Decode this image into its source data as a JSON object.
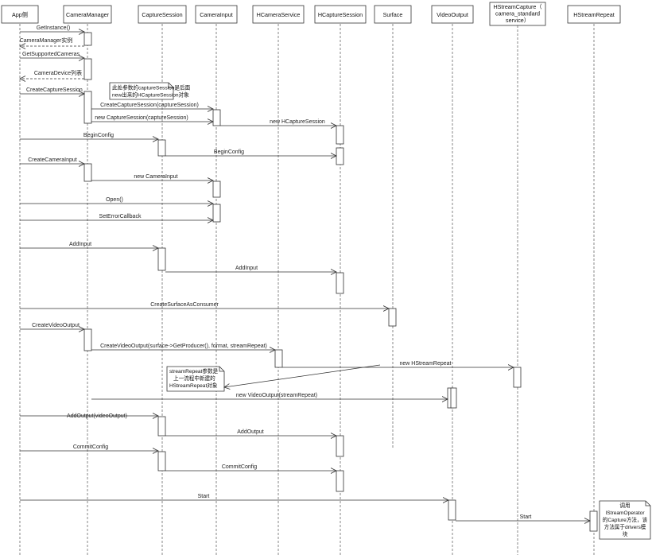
{
  "participants": [
    {
      "id": "app",
      "name": "App侧"
    },
    {
      "id": "cm",
      "name": "CameraManager"
    },
    {
      "id": "cs",
      "name": "CaptureSession"
    },
    {
      "id": "ci",
      "name": "CameraInput"
    },
    {
      "id": "hcs",
      "name": "HCameraService"
    },
    {
      "id": "hcap",
      "name": "HCaptureSession"
    },
    {
      "id": "surf",
      "name": "Surface"
    },
    {
      "id": "vo",
      "name": "VideoOutput"
    },
    {
      "id": "hsc",
      "name": "HStreamCapture（ camera_standard service）"
    },
    {
      "id": "hsr",
      "name": "HStreamRepeat"
    }
  ],
  "messages": [
    {
      "from": "app",
      "to": "cm",
      "label": "GetInstance()"
    },
    {
      "from": "cm",
      "to": "app",
      "label": "CameraManager实例",
      "style": "return"
    },
    {
      "from": "app",
      "to": "cm",
      "label": "GetSupportedCameras"
    },
    {
      "from": "cm",
      "to": "app",
      "label": "CameraDevice列表",
      "style": "return"
    },
    {
      "from": "app",
      "to": "cm",
      "label": "CreateCaptureSession"
    },
    {
      "from": "cm",
      "to": "ci",
      "label": "CreateCaptureSession(captureSession)"
    },
    {
      "from": "cm",
      "to": "ci",
      "label": "new CaptureSession(captureSession)"
    },
    {
      "from": "ci",
      "to": "hcap",
      "label": "new HCaptureSession"
    },
    {
      "from": "app",
      "to": "cs",
      "label": "BeginConfig"
    },
    {
      "from": "cs",
      "to": "hcap",
      "label": "BeginConfig"
    },
    {
      "from": "app",
      "to": "cm",
      "label": "CreateCameraInput"
    },
    {
      "from": "cm",
      "to": "ci",
      "label": "new CameraInput"
    },
    {
      "from": "app",
      "to": "ci",
      "label": "Open()"
    },
    {
      "from": "app",
      "to": "ci",
      "label": "SetErrorCallback"
    },
    {
      "from": "app",
      "to": "cs",
      "label": "AddInput"
    },
    {
      "from": "cs",
      "to": "hcap",
      "label": "AddInput"
    },
    {
      "from": "app",
      "to": "surf",
      "label": "CreateSurfaceAsConsumer"
    },
    {
      "from": "app",
      "to": "cm",
      "label": "CreateVideoOutput"
    },
    {
      "from": "cm",
      "to": "hcs",
      "label": "CreateVideoOutput(surface->GetProducer(), format, streamRepeat)"
    },
    {
      "from": "hcs",
      "to": "hsc",
      "label": "new HStreamRepeat"
    },
    {
      "from": "cm",
      "to": "vo",
      "label": "new VideoOutput(streamRepeat)"
    },
    {
      "from": "app",
      "to": "cs",
      "label": "AddOutput(videoOutput)"
    },
    {
      "from": "cs",
      "to": "hcap",
      "label": "AddOutput"
    },
    {
      "from": "app",
      "to": "cs",
      "label": "CommitConfig"
    },
    {
      "from": "cs",
      "to": "hcap",
      "label": "CommitConfig"
    },
    {
      "from": "app",
      "to": "vo",
      "label": "Start"
    },
    {
      "from": "vo",
      "to": "hsr",
      "label": "Start"
    }
  ],
  "notes": [
    {
      "id": "note1",
      "lines": [
        "此处参数的captureSession是后面",
        "new出来的HCaptureSession对象"
      ]
    },
    {
      "id": "note2",
      "lines": [
        "streamRepeat参数是",
        "上一流程中新建的",
        "HStreamRepeat对象"
      ]
    },
    {
      "id": "note3",
      "lines": [
        "调用",
        "IStreamOperator",
        "的Capture方法，该",
        "方法属于drivers模",
        "块"
      ]
    }
  ],
  "colors": {
    "line": "#333333",
    "box_fill": "#ffffff",
    "note_fill": "#ffffff"
  }
}
